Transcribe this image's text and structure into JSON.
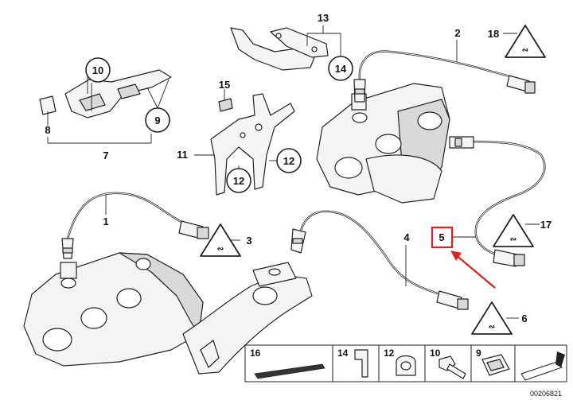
{
  "callouts": {
    "c1": "1",
    "c2": "2",
    "c3": "3",
    "c4": "4",
    "c5": "5",
    "c6": "6",
    "c7": "7",
    "c8": "8",
    "c9": "9",
    "c10": "10",
    "c11": "11",
    "c12a": "12",
    "c12b": "12",
    "c13": "13",
    "c14": "14",
    "c15": "15",
    "c17": "17",
    "c18": "18"
  },
  "legend_tiles": [
    "16",
    "14",
    "12",
    "10",
    "9"
  ],
  "reference_number": "00206821",
  "highlight": {
    "part": "5",
    "color": "#e02020"
  }
}
